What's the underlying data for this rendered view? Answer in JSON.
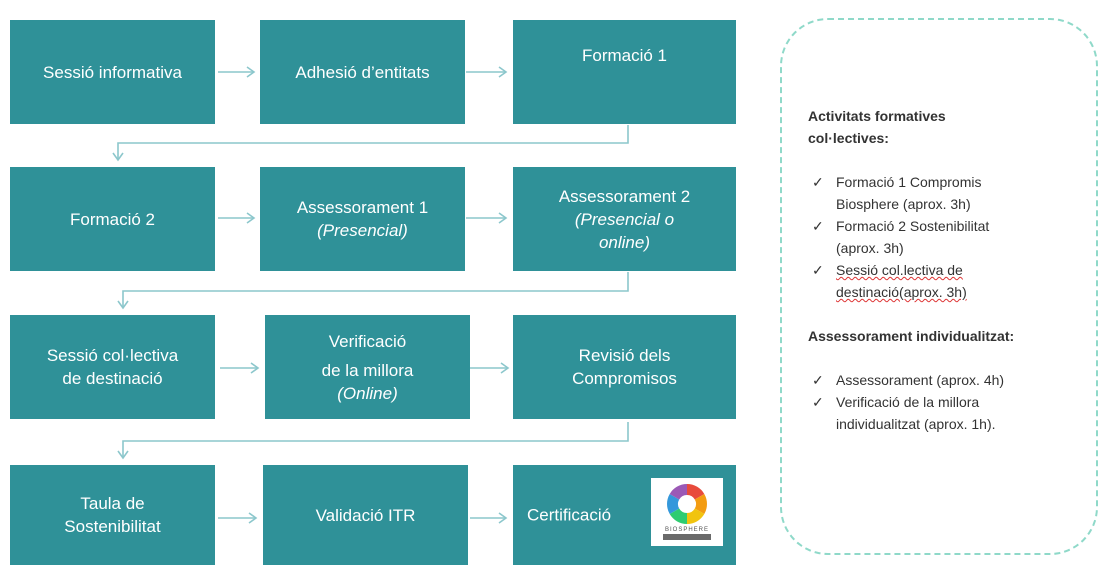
{
  "flow": {
    "row1": [
      {
        "lines": [
          "Sessió informativa"
        ]
      },
      {
        "lines": [
          "Adhesió d’entitats"
        ]
      },
      {
        "lines": [
          "Formació  1"
        ]
      }
    ],
    "row2": [
      {
        "lines": [
          "Formació 2"
        ]
      },
      {
        "lines": [
          "Assessorament 1"
        ],
        "italic": [
          "(Presencial)"
        ]
      },
      {
        "lines": [
          "Assessorament  2"
        ],
        "italic": [
          "(Presencial o",
          "online)"
        ]
      }
    ],
    "row3": [
      {
        "lines": [
          "Sessió col·lectiva",
          "de destinació"
        ]
      },
      {
        "lines": [
          "Verificació",
          "de la millora"
        ],
        "italic": [
          "(Online)"
        ]
      },
      {
        "lines": [
          "Revisió dels",
          "Compromisos"
        ]
      }
    ],
    "row4": [
      {
        "lines": [
          "Taula de",
          "Sostenibilitat"
        ]
      },
      {
        "lines": [
          "Validació ITR"
        ]
      },
      {
        "lines": [
          "Certificació"
        ]
      }
    ]
  },
  "logo": {
    "text": "BIOSPHERE"
  },
  "side": {
    "heading1": "Activitats formatives",
    "heading1b": "col·lectives:",
    "items1": [
      [
        "Formació 1 Compromis",
        "Biosphere (aprox. 3h)"
      ],
      [
        "Formació 2 Sostenibilitat",
        "(aprox. 3h)"
      ],
      [
        "Sessió col.lectiva de",
        "destinació(aprox. 3h)"
      ]
    ],
    "heading2": "Assessorament individualitzat:",
    "items2": [
      [
        "Assessorament (aprox. 4h)"
      ],
      [
        "Verificació de la millora",
        "individualitzat (aprox. 1h)."
      ]
    ],
    "check": "✓"
  },
  "colors": {
    "box": "#2f9198",
    "line": "#8cc7cc",
    "panel_border": "#8fd9c9"
  }
}
